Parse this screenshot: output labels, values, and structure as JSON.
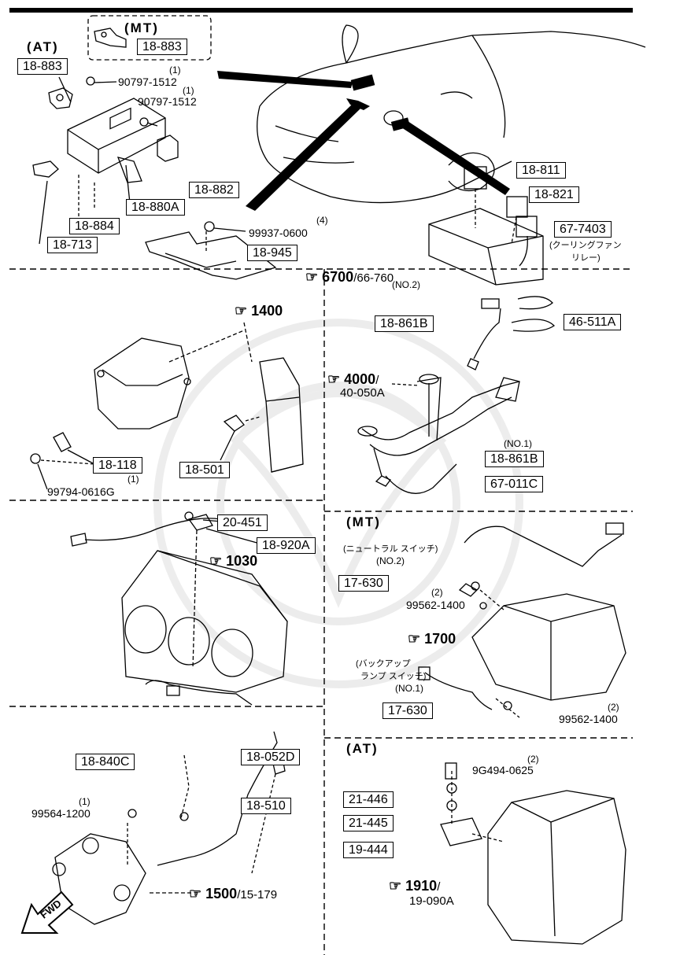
{
  "sections": {
    "mt_top": "(MT)",
    "at_top": "(AT)",
    "mt_mid": "(MT)",
    "at_bottom": "(AT)"
  },
  "parts": {
    "p18_883_mt": "18-883",
    "p18_883_at": "18-883",
    "p90797_1512_a": "90797-1512",
    "p90797_1512_a_qty": "(1)",
    "p90797_1512_b": "90797-1512",
    "p90797_1512_b_qty": "(1)",
    "p18_882": "18-882",
    "p18_880A": "18-880A",
    "p18_884": "18-884",
    "p18_713": "18-713",
    "p99937_0600": "99937-0600",
    "p99937_0600_qty": "(4)",
    "p18_945": "18-945",
    "p18_811": "18-811",
    "p18_821": "18-821",
    "p67_7403": "67-7403",
    "p67_7403_note1": "(クーリングファン",
    "p67_7403_note2": "リレー)",
    "p18_861B_no2": "18-861B",
    "p18_861B_no2_qty": "(NO.2)",
    "p46_511A": "46-511A",
    "p18_118": "18-118",
    "p99794_0616G": "99794-0616G",
    "p99794_0616G_qty": "(1)",
    "p18_501": "18-501",
    "p18_861B_no1": "18-861B",
    "p18_861B_no1_qty": "(NO.1)",
    "p67_011C": "67-011C",
    "p20_451": "20-451",
    "p18_920A": "18-920A",
    "p17_630_no2": "17-630",
    "p17_630_no2_qty": "(NO.2)",
    "p17_630_no2_note": "(ニュートラル スイッチ)",
    "p99562_1400_a": "99562-1400",
    "p99562_1400_a_qty": "(2)",
    "p17_630_no1": "17-630",
    "p17_630_no1_qty": "(NO.1)",
    "p17_630_no1_note1": "(バックアップ",
    "p17_630_no1_note2": "ランプ スイッチ)",
    "p99562_1400_b": "99562-1400",
    "p99562_1400_b_qty": "(2)",
    "p18_840C": "18-840C",
    "p99564_1200": "99564-1200",
    "p99564_1200_qty": "(1)",
    "p18_052D": "18-052D",
    "p18_510": "18-510",
    "p9G494_0625": "9G494-0625",
    "p9G494_0625_qty": "(2)",
    "p21_446": "21-446",
    "p21_445": "21-445",
    "p19_444": "19-444"
  },
  "refs": {
    "r6700": "6700",
    "r6700_sub": "/66-760",
    "r1400": "1400",
    "r4000": "4000",
    "r4000_sub": "/",
    "r4000_line2": "40-050A",
    "r1030": "1030",
    "r1700": "1700",
    "r1500": "1500",
    "r1500_sub": "/15-179",
    "r1910": "1910",
    "r1910_sub": "/",
    "r1910_line2": "19-090A"
  },
  "fwd_label": "FWD",
  "icons": [
    "reference-arrow-icon",
    "fwd-arrow-icon"
  ]
}
